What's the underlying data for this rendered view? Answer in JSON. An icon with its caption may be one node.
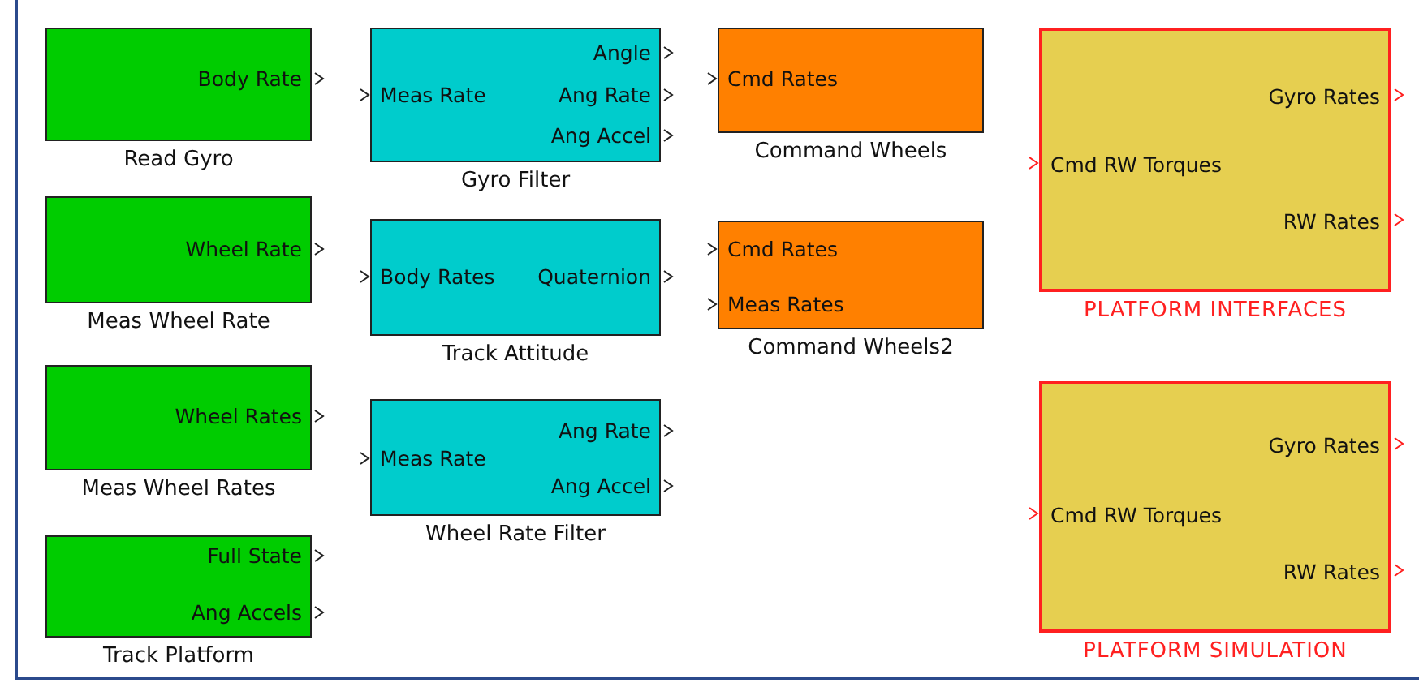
{
  "diagram": {
    "nodes": [
      {
        "text": [
          "Body Rate",
          "Read Gyro"
        ]
      },
      {
        "text": [
          "Wheel Rate",
          "Meas Wheel Rate"
        ]
      },
      {
        "text": [
          "Wheel Rates",
          "Meas Wheel Rates"
        ]
      },
      {
        "text": [
          "Full State",
          "Ang Accels",
          "Track Platform"
        ]
      },
      {
        "text": [
          "Angle",
          "Meas Rate",
          "Ang Rate",
          "Ang Accel",
          "Gyro Filter"
        ]
      },
      {
        "text": [
          "Body Rates",
          "Quaternion",
          "Track Attitude"
        ]
      },
      {
        "text": [
          "Ang Rate",
          "Meas Rate",
          "Ang Accel",
          "Wheel Rate Filter"
        ]
      },
      {
        "text": [
          "Cmd Rates",
          "Command Wheels"
        ]
      },
      {
        "text": [
          "Cmd Rates",
          "Meas Rates",
          "Command Wheels2"
        ]
      },
      {
        "text": [
          "Gyro Rates",
          "Cmd RW Torques",
          "RW Rates",
          "PLATFORM INTERFACES"
        ]
      },
      {
        "text": [
          "Gyro Rates",
          "Cmd RW Torques",
          "RW Rates",
          "PLATFORM SIMULATION"
        ]
      }
    ]
  }
}
